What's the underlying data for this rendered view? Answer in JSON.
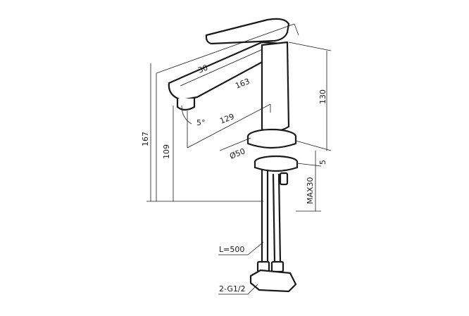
{
  "diagram": {
    "colors": {
      "line": "#1a1a1a",
      "background": "#ffffff"
    },
    "dimensions": {
      "spout_width": "30",
      "spout_length": "163",
      "spout_offset": "129",
      "spout_angle": "5°",
      "base_diameter": "Ø50",
      "body_height": "130",
      "spout_height": "109",
      "total_height": "167",
      "plate_thickness": "5",
      "max_countertop": "MAX30",
      "hose_length": "L=500",
      "thread": "2-G1/2"
    }
  }
}
